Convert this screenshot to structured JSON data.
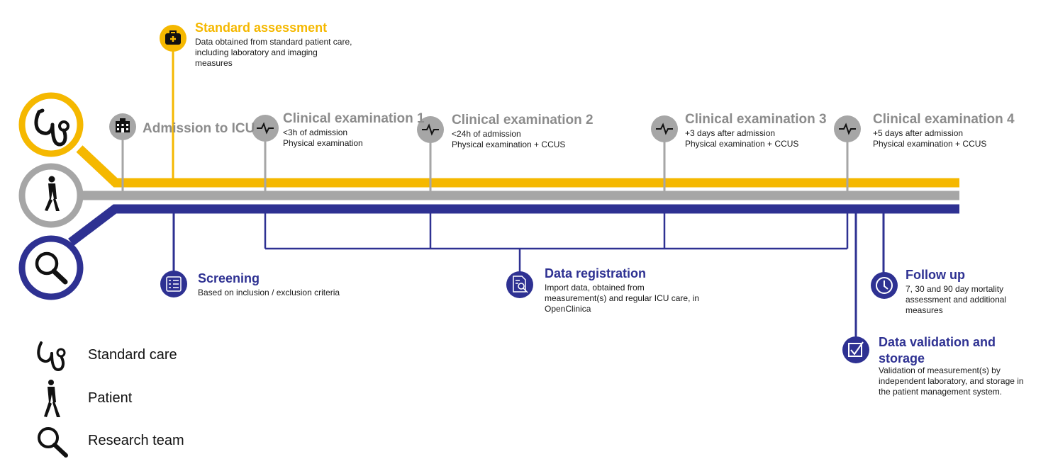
{
  "colors": {
    "yellow": "#f5b800",
    "gray": "#a6a6a6",
    "blue": "#2e3192",
    "dark": "#1a1a1a"
  },
  "standard_assessment": {
    "title": "Standard assessment",
    "desc": [
      "Data obtained from standard patient care,",
      "including laboratory and imaging",
      "measures"
    ],
    "icon": "medical-bag-icon"
  },
  "admission": {
    "title": "Admission to ICU",
    "icon": "hospital-icon"
  },
  "clinical_exams": [
    {
      "title": "Clinical examination 1",
      "lines": [
        "<3h of admission",
        "Physical examination"
      ],
      "icon": "heartbeat-icon"
    },
    {
      "title": "Clinical examination 2",
      "lines": [
        "<24h of admission",
        "Physical examination + CCUS"
      ],
      "icon": "heartbeat-icon"
    },
    {
      "title": "Clinical examination 3",
      "lines": [
        "+3 days after admission",
        "Physical examination + CCUS"
      ],
      "icon": "heartbeat-icon"
    },
    {
      "title": "Clinical examination 4",
      "lines": [
        "+5 days after admission",
        "Physical examination + CCUS"
      ],
      "icon": "heartbeat-icon"
    }
  ],
  "screening": {
    "title": "Screening",
    "desc": [
      "Based on inclusion / exclusion criteria"
    ],
    "icon": "checklist-icon"
  },
  "data_registration": {
    "title": "Data registration",
    "desc": [
      "Import data, obtained from",
      "measurement(s) and regular ICU care, in",
      "OpenClinica"
    ],
    "icon": "document-search-icon"
  },
  "follow_up": {
    "title": "Follow up",
    "desc": [
      "7, 30 and 90 day mortality",
      "assessment and additional",
      "measures"
    ],
    "icon": "clock-icon"
  },
  "data_validation": {
    "title_lines": [
      "Data validation and",
      "storage"
    ],
    "desc": [
      "Validation of measurement(s) by",
      "independent laboratory, and storage in",
      "the patient management system."
    ],
    "icon": "checkbox-icon"
  },
  "legend": [
    {
      "label": "Standard care",
      "icon": "stethoscope-icon"
    },
    {
      "label": "Patient",
      "icon": "walking-person-icon"
    },
    {
      "label": "Research team",
      "icon": "magnifier-icon"
    }
  ]
}
